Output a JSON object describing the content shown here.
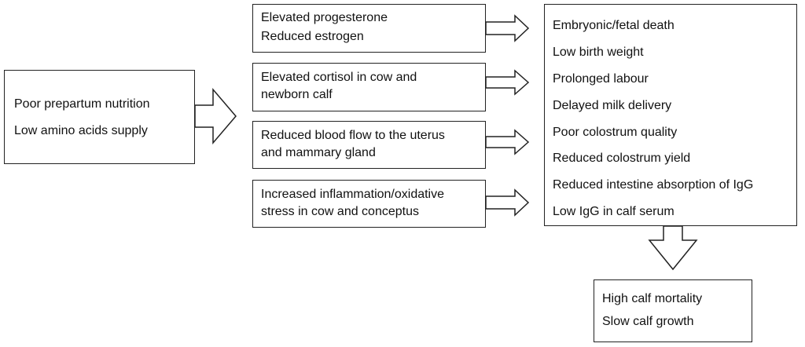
{
  "cause": {
    "lines": [
      "Poor prepartum nutrition",
      "Low amino acids supply"
    ]
  },
  "mechanisms": [
    {
      "lines": [
        "Elevated progesterone",
        "Reduced estrogen"
      ]
    },
    {
      "lines": [
        "Elevated cortisol in cow and",
        "newborn calf"
      ]
    },
    {
      "lines": [
        "Reduced blood flow to the uterus",
        "and mammary gland"
      ]
    },
    {
      "lines": [
        "Increased inflammation/oxidative",
        "stress in cow and conceptus"
      ]
    }
  ],
  "effects": {
    "items": [
      "Embryonic/fetal death",
      "Low birth weight",
      "Prolonged labour",
      "Delayed milk delivery",
      "Poor colostrum quality",
      "Reduced colostrum yield",
      "Reduced intestine absorption of IgG",
      "Low IgG in calf serum"
    ]
  },
  "outcome": {
    "lines": [
      "High calf mortality",
      "Slow calf growth"
    ]
  }
}
